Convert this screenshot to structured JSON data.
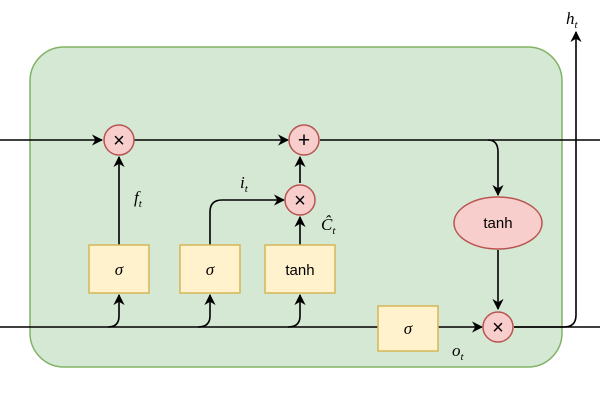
{
  "colors": {
    "cell_fill": "#d5e8d4",
    "cell_stroke": "#82b366",
    "gate_fill": "#fff2cc",
    "gate_stroke": "#d6b656",
    "op_fill": "#f8cecc",
    "op_stroke": "#b85450",
    "line": "#000000"
  },
  "gates": {
    "forget": "σ",
    "input": "σ",
    "candidate": "tanh",
    "output": "σ"
  },
  "operators": {
    "forget_mult": "×",
    "add": "+",
    "input_mult": "×",
    "output_mult": "×",
    "cell_tanh": "tanh"
  },
  "labels": {
    "h_base": "h",
    "h_sub": "t",
    "f_base": "f",
    "f_sub": "t",
    "i_base": "i",
    "i_sub": "t",
    "c_hat": "Ĉ",
    "c_sub": "t",
    "o_base": "o",
    "o_sub": "t"
  }
}
